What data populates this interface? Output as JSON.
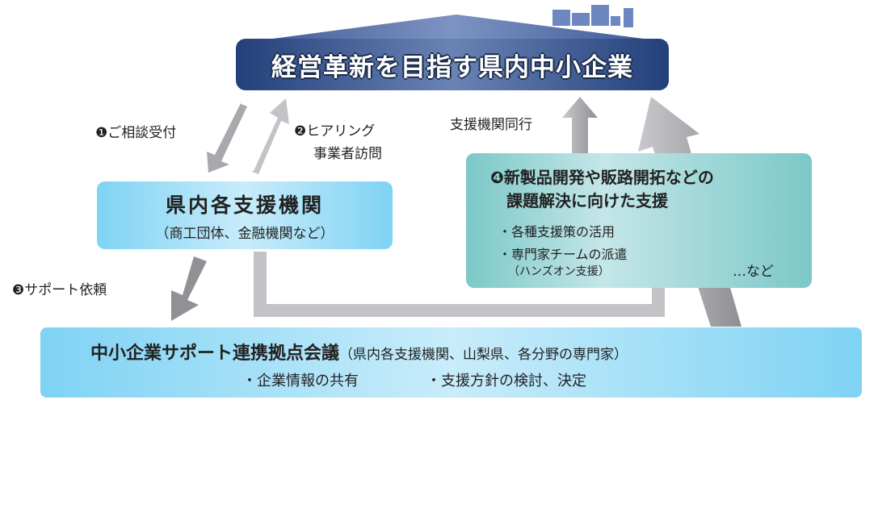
{
  "title": "経営革新を目指す県内中小企業",
  "labels": {
    "step1": "❶ご相談受付",
    "step2_line1": "❷ヒアリング",
    "step2_line2": "事業者訪問",
    "accompany": "支援機関同行",
    "step3": "❸サポート依頼"
  },
  "support_orgs": {
    "heading": "県内各支援機関",
    "sub": "（商工団体、金融機関など）"
  },
  "step4": {
    "line1": "❹新製品開発や販路開拓などの",
    "line2": "課題解決に向けた支援",
    "items": [
      "・各種支援策の活用",
      "・専門家チームの派遣"
    ],
    "note": "（ハンズオン支援）",
    "etc": "…など"
  },
  "council": {
    "heading": "中小企業サポート連携拠点会議",
    "members": "（県内各支援機関、山梨県、各分野の専門家）",
    "roles": [
      "・企業情報の共有",
      "・支援方針の検討、決定"
    ]
  },
  "colors": {
    "navy": "#23407a",
    "arrow": "#a8a9ac"
  }
}
